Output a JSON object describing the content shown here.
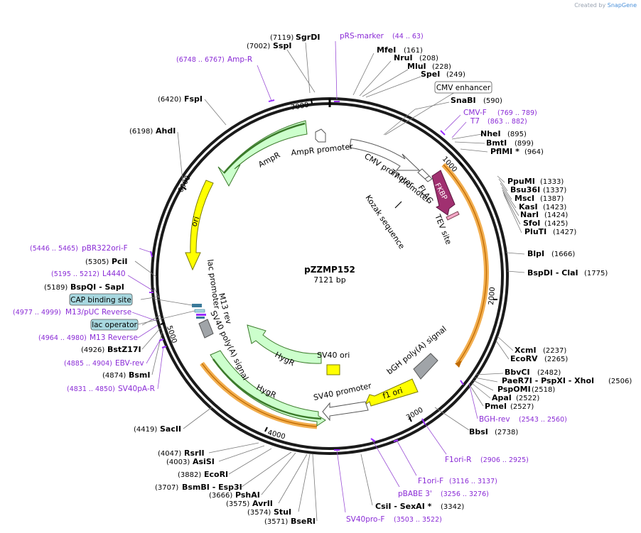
{
  "credit": {
    "prefix": "Created by",
    "brand": "SnapGene"
  },
  "plasmid": {
    "name": "pZZMP152",
    "size": "7121 bp"
  },
  "ticks": [
    "1000",
    "2000",
    "3000",
    "4000",
    "5000",
    "6000",
    "7000"
  ],
  "enzymes": [
    {
      "pos": "(7119)",
      "name": "SgrDI"
    },
    {
      "pos": "(7002)",
      "name": "SspI"
    },
    {
      "name": "MfeI",
      "pos": "(161)"
    },
    {
      "name": "NruI",
      "pos": "(208)"
    },
    {
      "name": "MluI",
      "pos": "(228)"
    },
    {
      "name": "SpeI",
      "pos": "(249)"
    },
    {
      "name": "SnaBI",
      "pos": "(590)"
    },
    {
      "name": "NheI",
      "pos": "(895)"
    },
    {
      "name": "BmtI",
      "pos": "(899)"
    },
    {
      "name": "PflMI *",
      "pos": "(964)"
    },
    {
      "name": "PpuMI",
      "pos": "(1333)"
    },
    {
      "name": "Bsu36I",
      "pos": "(1337)"
    },
    {
      "name": "MscI",
      "pos": "(1387)"
    },
    {
      "name": "KasI",
      "pos": "(1423)"
    },
    {
      "name": "NarI",
      "pos": "(1424)"
    },
    {
      "name": "SfoI",
      "pos": "(1425)"
    },
    {
      "name": "PluTI",
      "pos": "(1427)"
    },
    {
      "name": "BlpI",
      "pos": "(1666)"
    },
    {
      "name": "BspDI - ClaI",
      "pos": "(1775)"
    },
    {
      "name": "XcmI",
      "pos": "(2237)"
    },
    {
      "name": "EcoRV",
      "pos": "(2265)"
    },
    {
      "name": "BbvCI",
      "pos": "(2482)"
    },
    {
      "name": "PaeR7I - PspXI - XhoI",
      "pos": "(2506)"
    },
    {
      "name": "PspOMI",
      "pos": "(2518)"
    },
    {
      "name": "ApaI",
      "pos": "(2522)"
    },
    {
      "name": "PmeI",
      "pos": "(2527)"
    },
    {
      "name": "BbsI",
      "pos": "(2738)"
    },
    {
      "name": "CsiI - SexAI *",
      "pos": "(3342)"
    },
    {
      "pos": "(3571)",
      "name": "BseRI"
    },
    {
      "pos": "(3574)",
      "name": "StuI"
    },
    {
      "pos": "(3575)",
      "name": "AvrII"
    },
    {
      "pos": "(3666)",
      "name": "PshAI"
    },
    {
      "pos": "(3707)",
      "name": "BsmBI - Esp3I"
    },
    {
      "pos": "(3882)",
      "name": "EcoRI"
    },
    {
      "pos": "(4003)",
      "name": "AsiSI"
    },
    {
      "pos": "(4047)",
      "name": "RsrII"
    },
    {
      "pos": "(4419)",
      "name": "SacII"
    },
    {
      "pos": "(4874)",
      "name": "BsmI"
    },
    {
      "pos": "(4926)",
      "name": "BstZ17I"
    },
    {
      "pos": "(5189)",
      "name": "BspQI - SapI"
    },
    {
      "pos": "(5305)",
      "name": "PciI"
    },
    {
      "pos": "(6198)",
      "name": "AhdI"
    },
    {
      "pos": "(6420)",
      "name": "FspI"
    }
  ],
  "primers": [
    {
      "name": "pRS-marker",
      "range": "(44 .. 63)"
    },
    {
      "name": "Amp-R",
      "range": "(6748 .. 6767)"
    },
    {
      "name": "CMV-F",
      "range": "(769 .. 789)"
    },
    {
      "name": "T7",
      "range": "(863 .. 882)"
    },
    {
      "name": "pBR322ori-F",
      "range": "(5446 .. 5465)"
    },
    {
      "name": "L4440",
      "range": "(5195 .. 5212)"
    },
    {
      "name": "M13/pUC Reverse",
      "range": "(4977 .. 4999)"
    },
    {
      "name": "M13 Reverse",
      "range": "(4964 .. 4980)"
    },
    {
      "name": "EBV-rev",
      "range": "(4885 .. 4904)"
    },
    {
      "name": "SV40pA-R",
      "range": "(4831 .. 4850)"
    },
    {
      "name": "BGH-rev",
      "range": "(2543 .. 2560)"
    },
    {
      "name": "F1ori-R",
      "range": "(2906 .. 2925)"
    },
    {
      "name": "F1ori-F",
      "range": "(3116 .. 3137)"
    },
    {
      "name": "pBABE 3'",
      "range": "(3256 .. 3276)"
    },
    {
      "name": "SV40pro-F",
      "range": "(3503 .. 3522)"
    }
  ],
  "boxed_features": [
    "CMV enhancer",
    "CAP binding site",
    "lac operator"
  ],
  "features": [
    "AmpR",
    "AmpR promoter",
    "ori",
    "CMV promoter",
    "T7 promoter",
    "Kozak sequence",
    "FLAG",
    "FKBP",
    "TEV site",
    "lac promoter",
    "M13 rev",
    "SV40 poly(A) signal",
    "HygR",
    "HygR",
    "SV40 ori",
    "bGH poly(A) signal",
    "f1 ori",
    "SV40 promoter"
  ],
  "colors": {
    "primer": "#8a2bd6",
    "marker": "#9b30ff",
    "feature_green": "#ccffcc",
    "ori_yellow": "#ffff00",
    "fkbp": "#a03070",
    "orange": "#f0a030",
    "gray": "#a0a4a8",
    "teal": "#a8d8e0"
  }
}
